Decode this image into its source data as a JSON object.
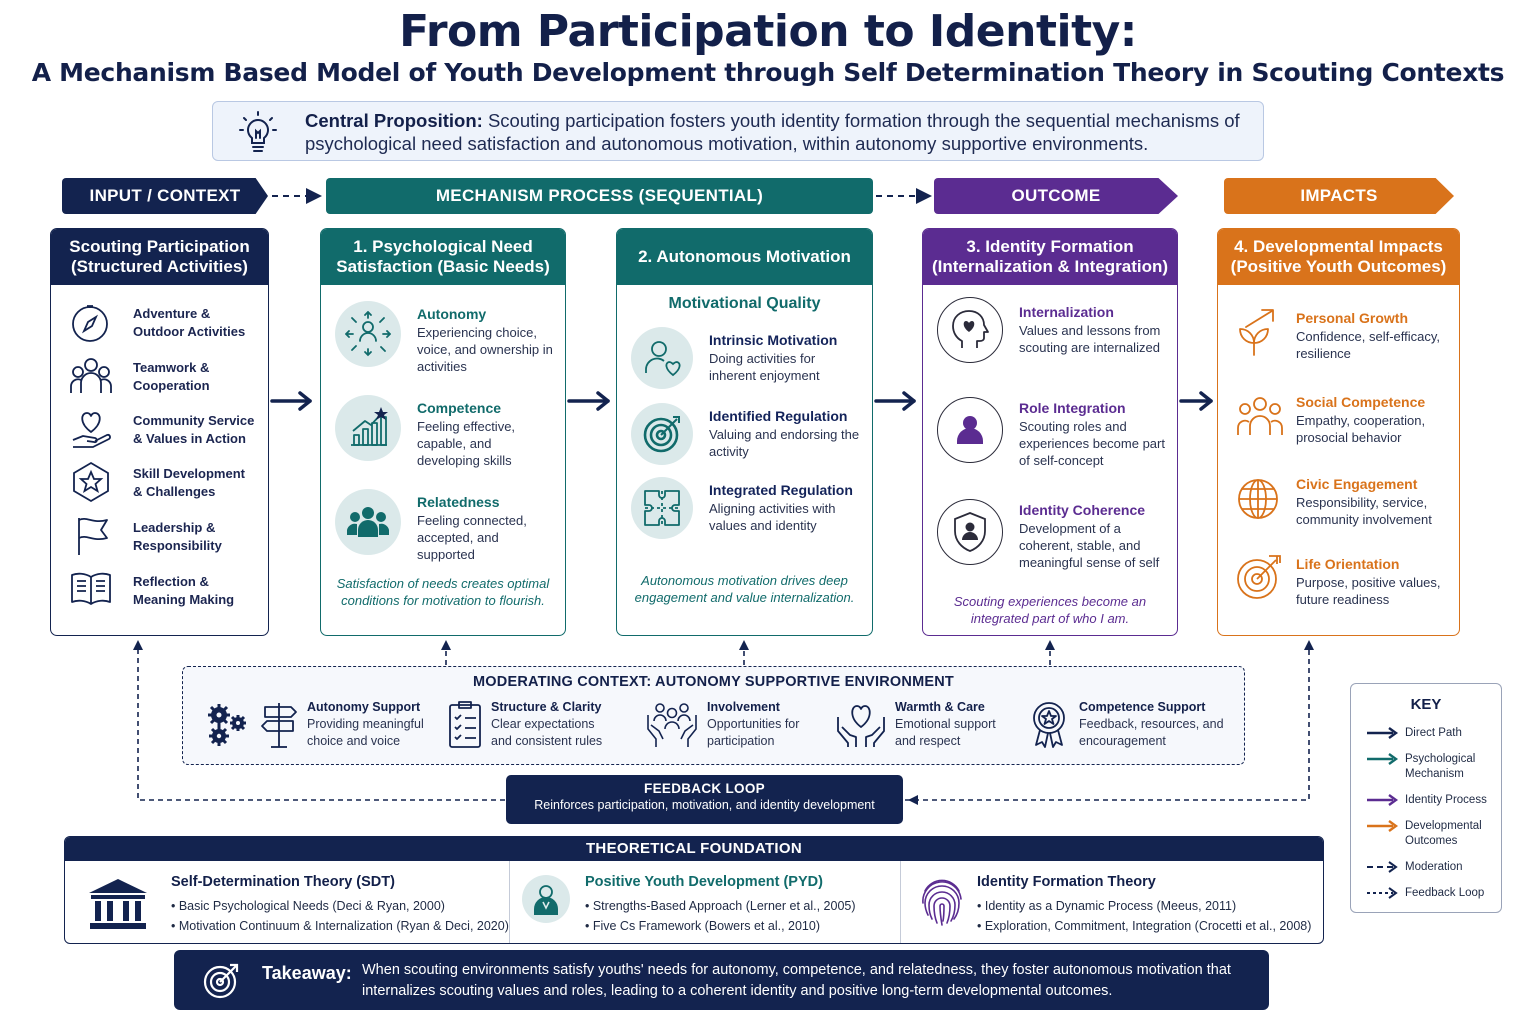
{
  "title": "From Participation to Identity:",
  "subtitle": "A Mechanism Based Model of Youth Development through Self Determination Theory in Scouting Contexts",
  "proposition": {
    "label": "Central Proposition:",
    "text": " Scouting participation fosters youth identity formation through the sequential mechanisms of psychological need satisfaction and autonomous motivation, within autonomy supportive environments."
  },
  "stages": {
    "input": "INPUT / CONTEXT",
    "mechanism": "MECHANISM PROCESS (SEQUENTIAL)",
    "outcome": "OUTCOME",
    "impacts": "IMPACTS"
  },
  "input_card": {
    "title": "Scouting Participation (Structured Activities)",
    "items": [
      {
        "label": "Adventure & Outdoor Activities",
        "icon": "compass-icon"
      },
      {
        "label": "Teamwork & Cooperation",
        "icon": "team-icon"
      },
      {
        "label": "Community Service & Values in Action",
        "icon": "heart-hand-icon"
      },
      {
        "label": "Skill Development & Challenges",
        "icon": "star-badge-icon"
      },
      {
        "label": "Leadership & Responsibility",
        "icon": "flag-icon"
      },
      {
        "label": "Reflection & Meaning Making",
        "icon": "book-icon"
      }
    ]
  },
  "need_card": {
    "title": "1. Psychological Need Satisfaction (Basic Needs)",
    "items": [
      {
        "head": "Autonomy",
        "desc": "Experiencing choice, voice, and ownership in activities",
        "icon": "autonomy-arrows-icon"
      },
      {
        "head": "Competence",
        "desc": "Feeling effective, capable, and developing skills",
        "icon": "growth-chart-icon"
      },
      {
        "head": "Relatedness",
        "desc": "Feeling connected, accepted, and supported",
        "icon": "group-icon"
      }
    ],
    "note": "Satisfaction of needs creates optimal conditions for motivation to flourish."
  },
  "motiv_card": {
    "title": "2. Autonomous Motivation",
    "subtitle": "Motivational Quality",
    "items": [
      {
        "head": "Intrinsic Motivation",
        "desc": "Doing activities for inherent enjoyment",
        "icon": "person-heart-icon"
      },
      {
        "head": "Identified Regulation",
        "desc": "Valuing and endorsing the activity",
        "icon": "target-icon"
      },
      {
        "head": "Integrated Regulation",
        "desc": "Aligning activities with values and identity",
        "icon": "puzzle-icon"
      }
    ],
    "note": "Autonomous motivation drives deep engagement and value internalization."
  },
  "ident_card": {
    "title": "3. Identity Formation (Internalization & Integration)",
    "items": [
      {
        "head": "Internalization",
        "desc": "Values and lessons from scouting are internalized",
        "icon": "head-heart-icon"
      },
      {
        "head": "Role Integration",
        "desc": "Scouting roles and experiences become part of self-concept",
        "icon": "person-icon"
      },
      {
        "head": "Identity Coherence",
        "desc": "Development of a coherent, stable, and meaningful sense of self",
        "icon": "shield-person-icon"
      }
    ],
    "note": "Scouting experiences become an integrated part of who I am."
  },
  "imp_card": {
    "title": "4. Developmental Impacts (Positive Youth Outcomes)",
    "items": [
      {
        "head": "Personal Growth",
        "desc": "Confidence, self-efficacy, resilience",
        "icon": "sprout-arrow-icon"
      },
      {
        "head": "Social Competence",
        "desc": "Empathy, cooperation, prosocial behavior",
        "icon": "people-icon"
      },
      {
        "head": "Civic Engagement",
        "desc": "Responsibility, service, community involvement",
        "icon": "globe-icon"
      },
      {
        "head": "Life Orientation",
        "desc": "Purpose, positive values, future readiness",
        "icon": "target-icon"
      }
    ]
  },
  "moderating": {
    "title": "MODERATING CONTEXT: AUTONOMY SUPPORTIVE ENVIRONMENT",
    "items": [
      {
        "head": "Autonomy Support",
        "desc": "Providing meaningful choice and voice",
        "icon": "signpost-icon"
      },
      {
        "head": "Structure & Clarity",
        "desc": "Clear expectations and consistent rules",
        "icon": "checklist-icon"
      },
      {
        "head": "Involvement",
        "desc": "Opportunities for participation",
        "icon": "raised-hands-icon"
      },
      {
        "head": "Warmth & Care",
        "desc": "Emotional support and respect",
        "icon": "heart-hands-icon"
      },
      {
        "head": "Competence Support",
        "desc": "Feedback, resources, and encouragement",
        "icon": "medal-icon"
      }
    ]
  },
  "feedback": {
    "title": "FEEDBACK LOOP",
    "desc": "Reinforces participation, motivation, and identity development"
  },
  "key": {
    "title": "KEY",
    "items": [
      {
        "label": "Direct Path",
        "color": "#13234f"
      },
      {
        "label": "Psychological Mechanism",
        "color": "#116b6b"
      },
      {
        "label": "Identity Process",
        "color": "#5b2c91"
      },
      {
        "label": "Developmental Outcomes",
        "color": "#d9731b"
      },
      {
        "label": "Moderation",
        "color": "#13234f"
      },
      {
        "label": "Feedback Loop",
        "color": "#13234f"
      }
    ]
  },
  "theory": {
    "title": "THEORETICAL FOUNDATION",
    "columns": [
      {
        "head": "Self-Determination Theory (SDT)",
        "b1": "• Basic Psychological Needs (Deci & Ryan, 2000)",
        "b2": "• Motivation Continuum & Internalization (Ryan & Deci, 2020)",
        "icon": "institution-icon"
      },
      {
        "head": "Positive Youth Development (PYD)",
        "b1": "• Strengths-Based Approach (Lerner et al., 2005)",
        "b2": "• Five Cs Framework (Bowers et al., 2010)",
        "icon": "youth-icon"
      },
      {
        "head": "Identity Formation Theory",
        "b1": "• Identity as a Dynamic Process (Meeus, 2011)",
        "b2": "• Exploration, Commitment, Integration (Crocetti et al., 2008)",
        "icon": "fingerprint-icon"
      }
    ]
  },
  "takeaway": {
    "label": "Takeaway:",
    "text": "When scouting environments satisfy youths' needs for autonomy, competence, and relatedness, they foster autonomous motivation that internalizes scouting values and roles, leading to a coherent identity and positive long-term developmental outcomes."
  },
  "colors": {
    "navy": "#13234f",
    "teal": "#116b6b",
    "purple": "#5b2c91",
    "orange": "#d9731b"
  }
}
